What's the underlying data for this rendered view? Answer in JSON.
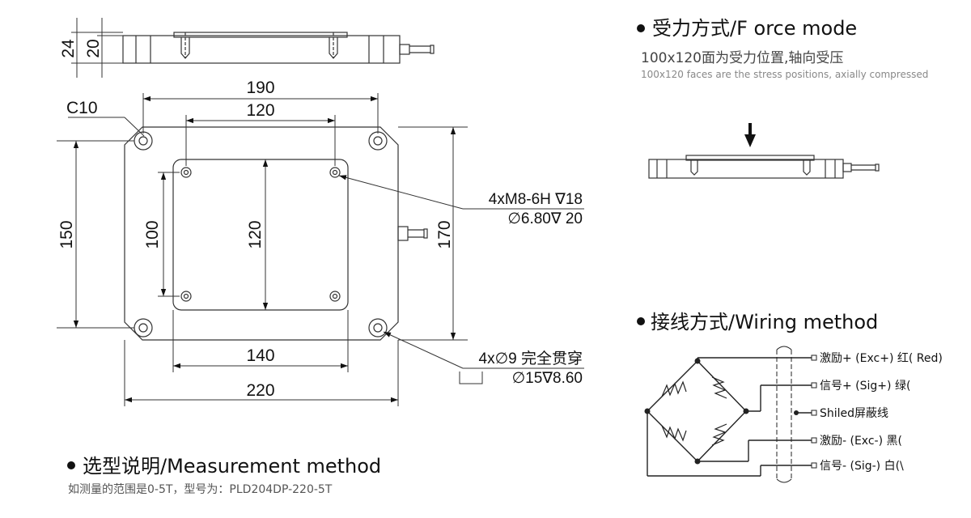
{
  "drawing": {
    "side_height_outer": "24",
    "side_height_inner": "20",
    "chamfer": "C10",
    "width_190": "190",
    "width_120": "120",
    "width_140": "140",
    "width_220": "220",
    "height_150": "150",
    "height_100": "100",
    "height_120": "120",
    "height_170": "170",
    "thread_spec_line1": "4xM8-6H ∇18",
    "thread_spec_line2": "∅6.80∇ 20",
    "hole_spec_line1": "4x∅9  完全贯穿",
    "hole_spec_line2": "∅15∇8.60"
  },
  "force_mode": {
    "heading": "受力方式/F  orce mode",
    "line_cn": "100x120面为受力位置,轴向受压",
    "line_en": "100x120 faces are the stress positions, axially compressed"
  },
  "wiring": {
    "heading": "接线方式/Wiring method",
    "wires": [
      {
        "label": "激励+ (Exc+)  红( Red)"
      },
      {
        "label": "信号+ (Sig+)  绿("
      },
      {
        "label": "Shiled屏蔽线"
      },
      {
        "label": "激励- (Exc-)  黑("
      },
      {
        "label": "信号- (Sig-)  白(\\"
      }
    ]
  },
  "selection": {
    "heading": "选型说明/Measurement method",
    "note": "如测量的范围是0-5T，型号为：PLD204DP-220-5T"
  }
}
